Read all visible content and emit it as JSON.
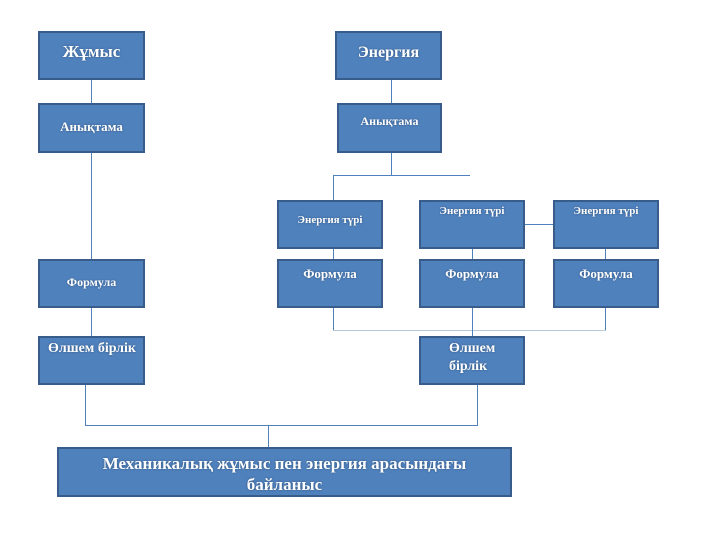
{
  "work": {
    "title": "Жұмыс",
    "definition": "Анықтама",
    "formula": "Формула",
    "unit": "Өлшем бірлік"
  },
  "energy": {
    "title": "Энергия",
    "definition": "Анықтама",
    "types": [
      {
        "label": "Энергия түрі",
        "formula": "Формула"
      },
      {
        "label": "Энергия түрі",
        "formula": "Формула"
      },
      {
        "label": "Энергия түрі",
        "formula": "Формула"
      }
    ],
    "unit": "Өлшем бірлік"
  },
  "relation": "Механикалық жұмыс пен энергия арасындағы байланыс",
  "colors": {
    "box_fill": "#4f81bd",
    "box_border": "#385d8a"
  }
}
